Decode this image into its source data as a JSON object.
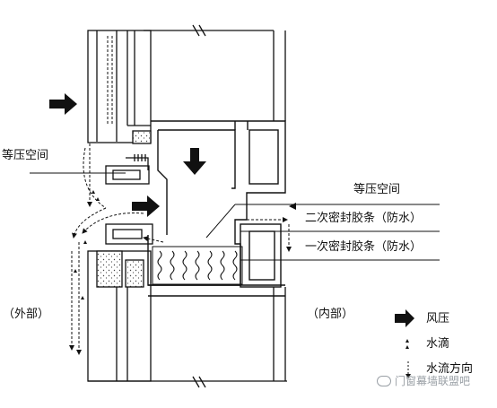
{
  "labels": {
    "equal_pressure_left": "等压空间",
    "equal_pressure_right": "等压空间",
    "secondary_seal": "二次密封胶条（防水）",
    "primary_seal": "一次密封胶条（防水）",
    "outside": "（外部）",
    "inside": "（内部）"
  },
  "legend": {
    "wind_pressure": "风压",
    "water_drop": "水滴",
    "water_flow": "水流方向"
  },
  "watermark": "门窗幕墙联盟吧",
  "colors": {
    "line": "#111111",
    "fill": "#ffffff",
    "speckle": "#d9d9d9"
  }
}
